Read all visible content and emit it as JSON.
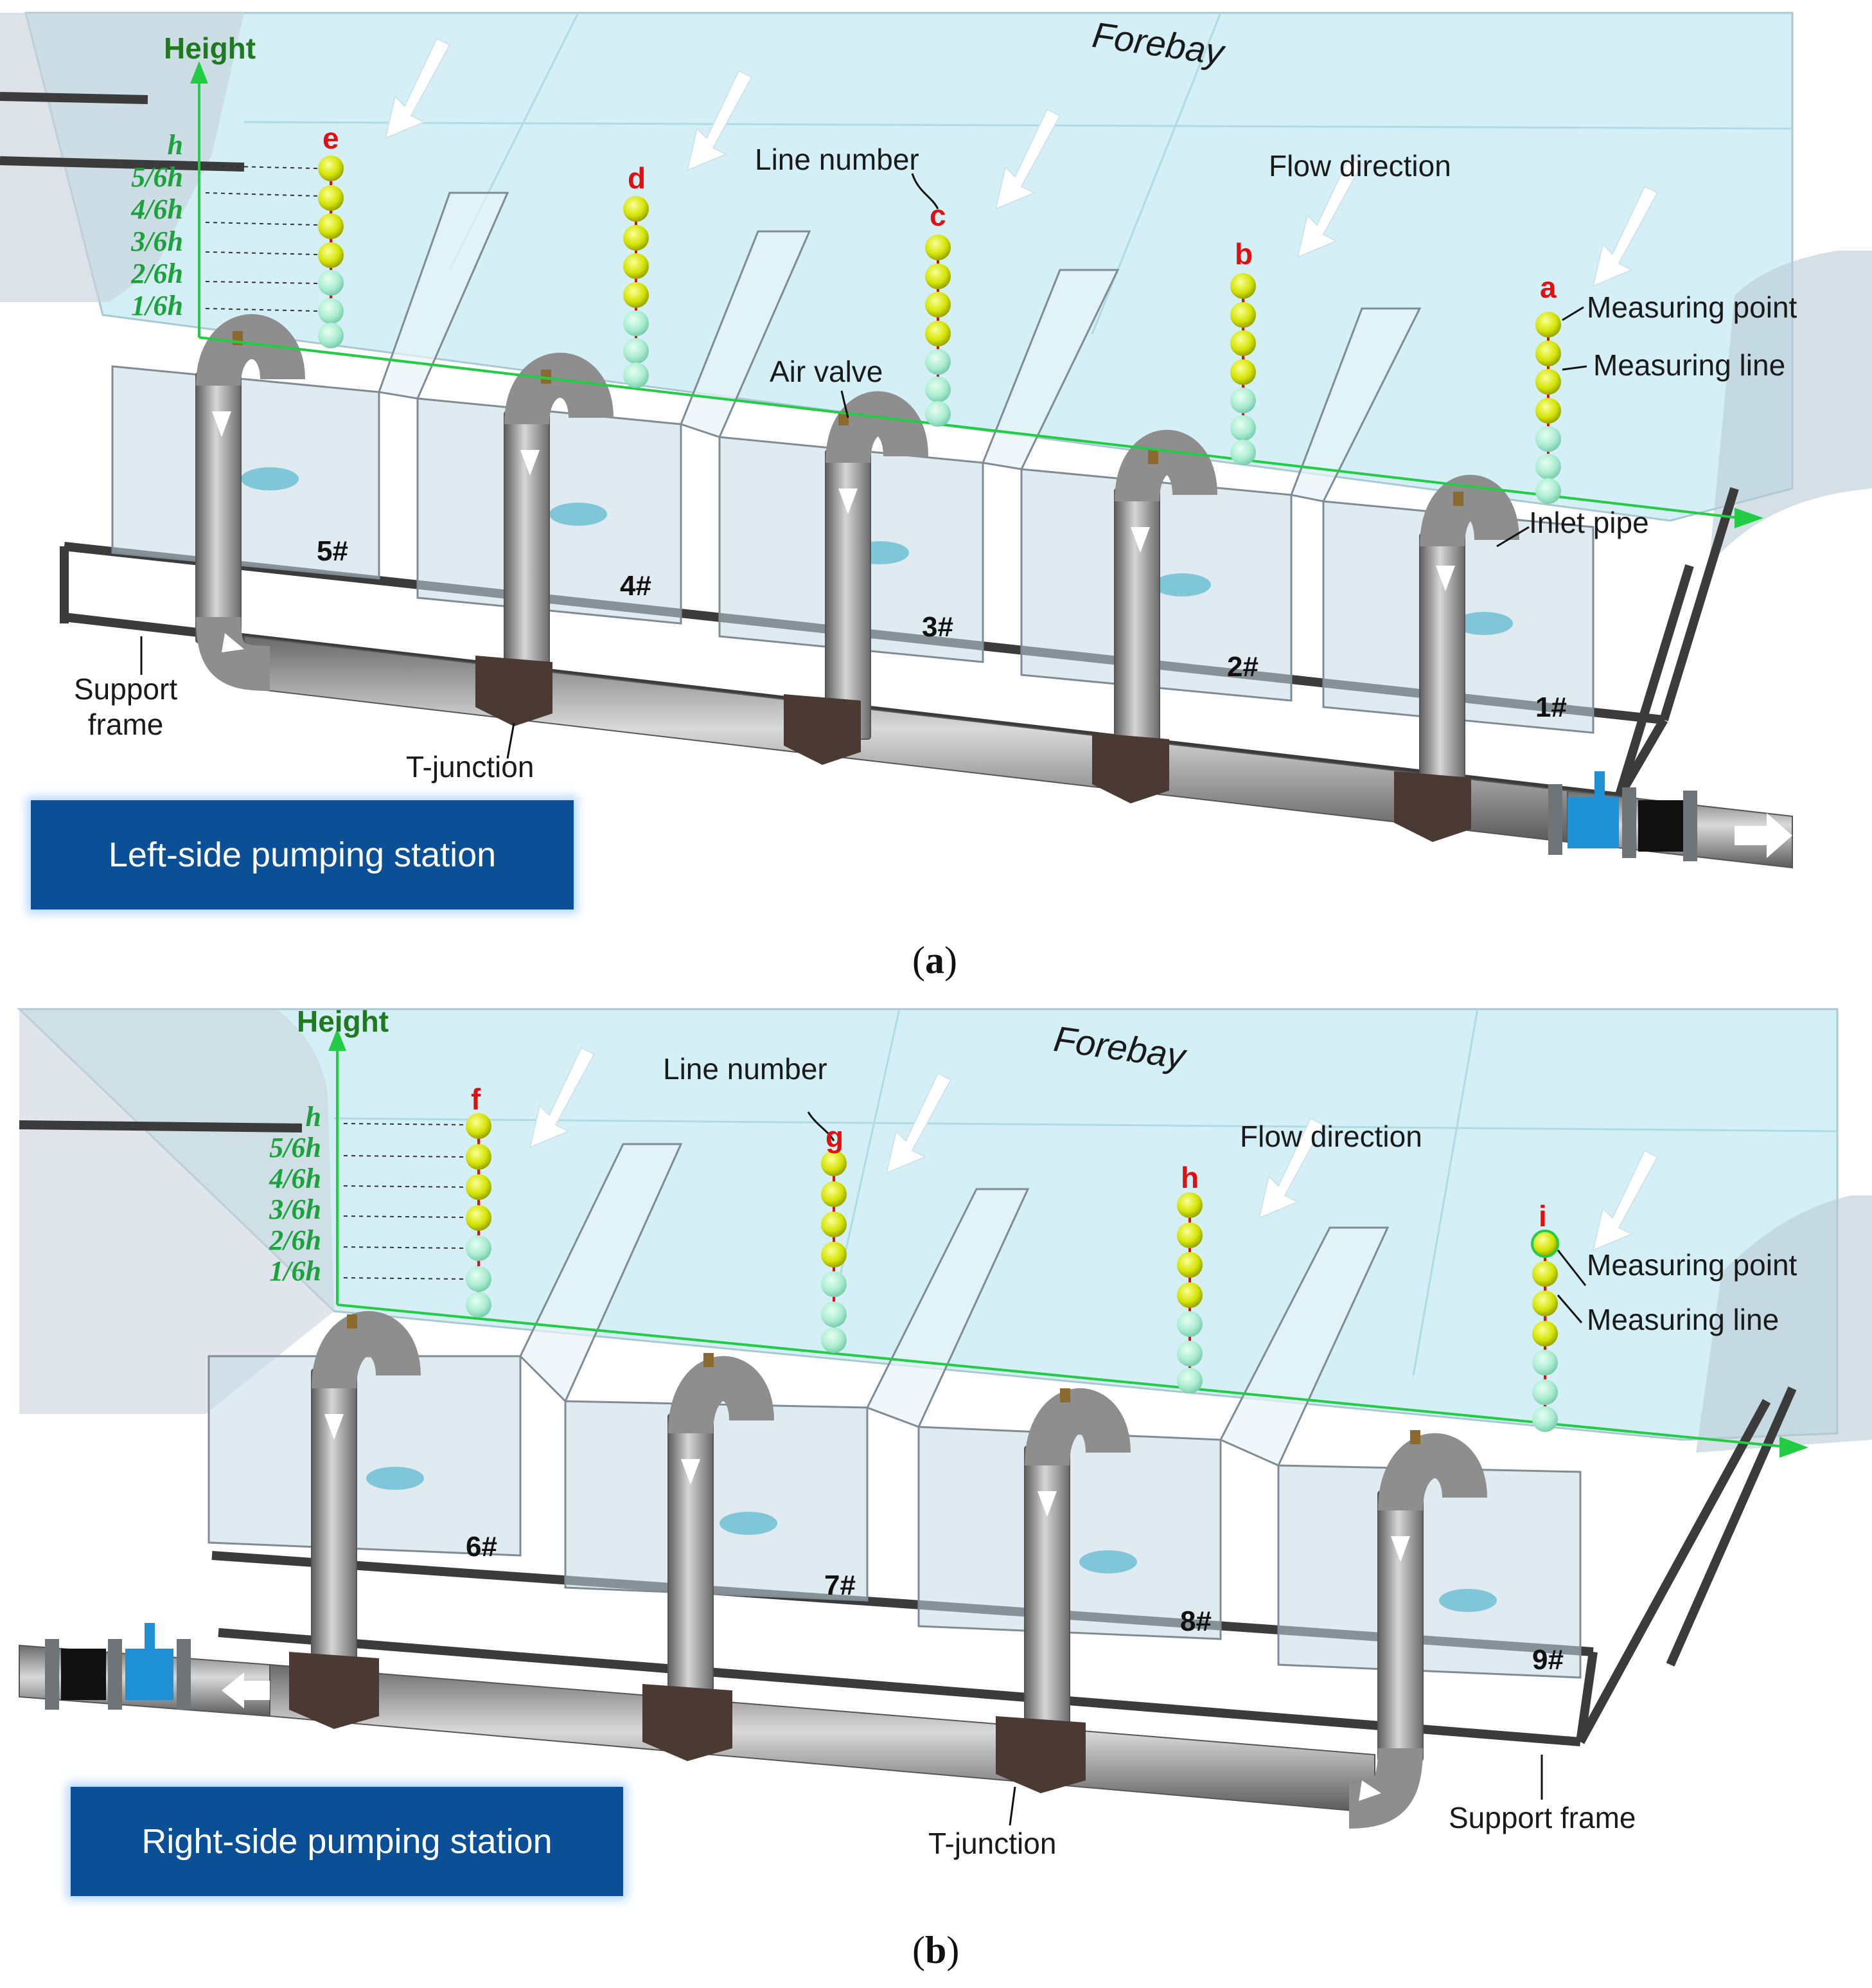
{
  "panels": [
    {
      "caption_letter": "a",
      "station_label": "Left-side pumping station",
      "forebay": "Forebay",
      "height_title": "Height",
      "height_levels": [
        "h",
        "5/6h",
        "4/6h",
        "3/6h",
        "2/6h",
        "1/6h"
      ],
      "line_letters": [
        "e",
        "d",
        "c",
        "b",
        "a"
      ],
      "unit_numbers": [
        "5#",
        "4#",
        "3#",
        "2#",
        "1#"
      ],
      "annotations": {
        "line_number": "Line number",
        "flow_direction": "Flow direction",
        "measuring_point": "Measuring point",
        "measuring_line": "Measuring line",
        "air_valve": "Air valve",
        "inlet_pipe": "Inlet pipe",
        "support_frame": "Support\nframe",
        "t_junction": "T-junction"
      }
    },
    {
      "caption_letter": "b",
      "station_label": "Right-side pumping station",
      "forebay": "Forebay",
      "height_title": "Height",
      "height_levels": [
        "h",
        "5/6h",
        "4/6h",
        "3/6h",
        "2/6h",
        "1/6h"
      ],
      "line_letters": [
        "f",
        "g",
        "h",
        "i"
      ],
      "unit_numbers": [
        "6#",
        "7#",
        "8#",
        "9#"
      ],
      "annotations": {
        "line_number": "Line number",
        "flow_direction": "Flow direction",
        "measuring_point": "Measuring point",
        "measuring_line": "Measuring line",
        "support_frame": "Support frame",
        "t_junction": "T-junction"
      }
    }
  ],
  "colors": {
    "water": "#cdeef5",
    "station_box": "#0b4f96",
    "line_letter": "#e01010",
    "height_axis": "#22cc44",
    "pipe": "#9a9a9a",
    "t_junction": "#4a3a33",
    "valve": "#1e90d6",
    "measuring_point_upper": "#d8e800",
    "measuring_point_lower": "#a9ecd0"
  }
}
